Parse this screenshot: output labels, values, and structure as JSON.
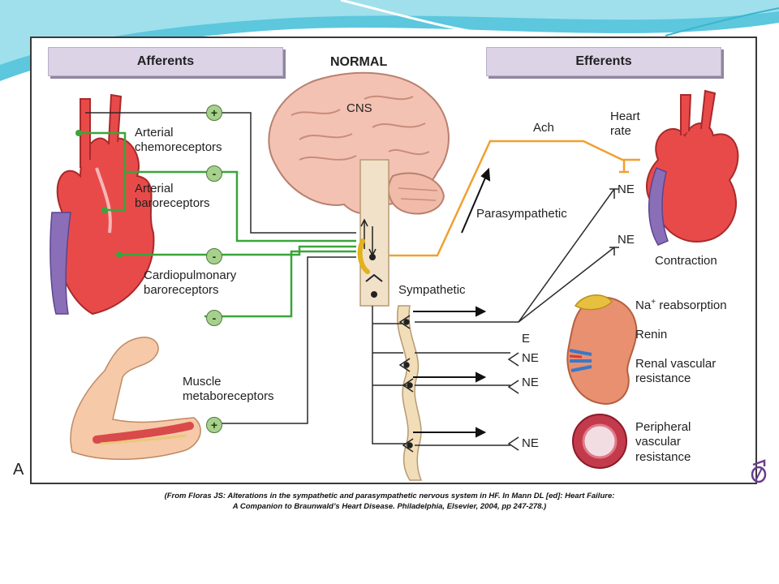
{
  "headers": {
    "afferents": "Afferents",
    "normal": "NORMAL",
    "efferents": "Efferents"
  },
  "labels": {
    "cns": "CNS",
    "arterial_chemo_1": "Arterial",
    "arterial_chemo_2": "chemoreceptors",
    "arterial_baro_1": "Arterial",
    "arterial_baro_2": "baroreceptors",
    "cardio_1": "Cardiopulmonary",
    "cardio_2": "baroreceptors",
    "muscle_1": "Muscle",
    "muscle_2": "metaboreceptors",
    "ach": "Ach",
    "heart_rate_1": "Heart",
    "heart_rate_2": "rate",
    "ne_1": "NE",
    "ne_2": "NE",
    "contraction": "Contraction",
    "parasympathetic": "Parasympathetic",
    "sympathetic": "Sympathetic",
    "na_reabsorption": "Na",
    "na_sup": "+",
    "na_reabsorption_rest": " reabsorption",
    "renin": "Renin",
    "renal_1": "Renal vascular",
    "renal_2": "resistance",
    "e": "E",
    "ne_3": "NE",
    "ne_4": "NE",
    "ne_5": "NE",
    "peripheral_1": "Peripheral",
    "peripheral_2": "vascular",
    "peripheral_3": "resistance"
  },
  "signs": {
    "chemo": "+",
    "arterial_baro": "-",
    "cardio_a": "-",
    "cardio_b": "-",
    "muscle": "+"
  },
  "panel_letter": "A",
  "caption": {
    "line1": "(From Floras JS: Alterations in the sympathetic and parasympathetic nervous system in HF. In Mann DL [ed]: Heart Failure:",
    "line2": "A Companion to Braunwald’s Heart Disease. Philadelphia, Elsevier, 2004, pp 247-278.)"
  },
  "colors": {
    "afferent_line": "#3aa53a",
    "parasympathetic_line": "#f0a030",
    "efferent_line": "#2a2a2a",
    "sign_fill": "#a7d08c",
    "header_fill": "#dcd3e6",
    "slide_accent": "#3bb4cf"
  }
}
